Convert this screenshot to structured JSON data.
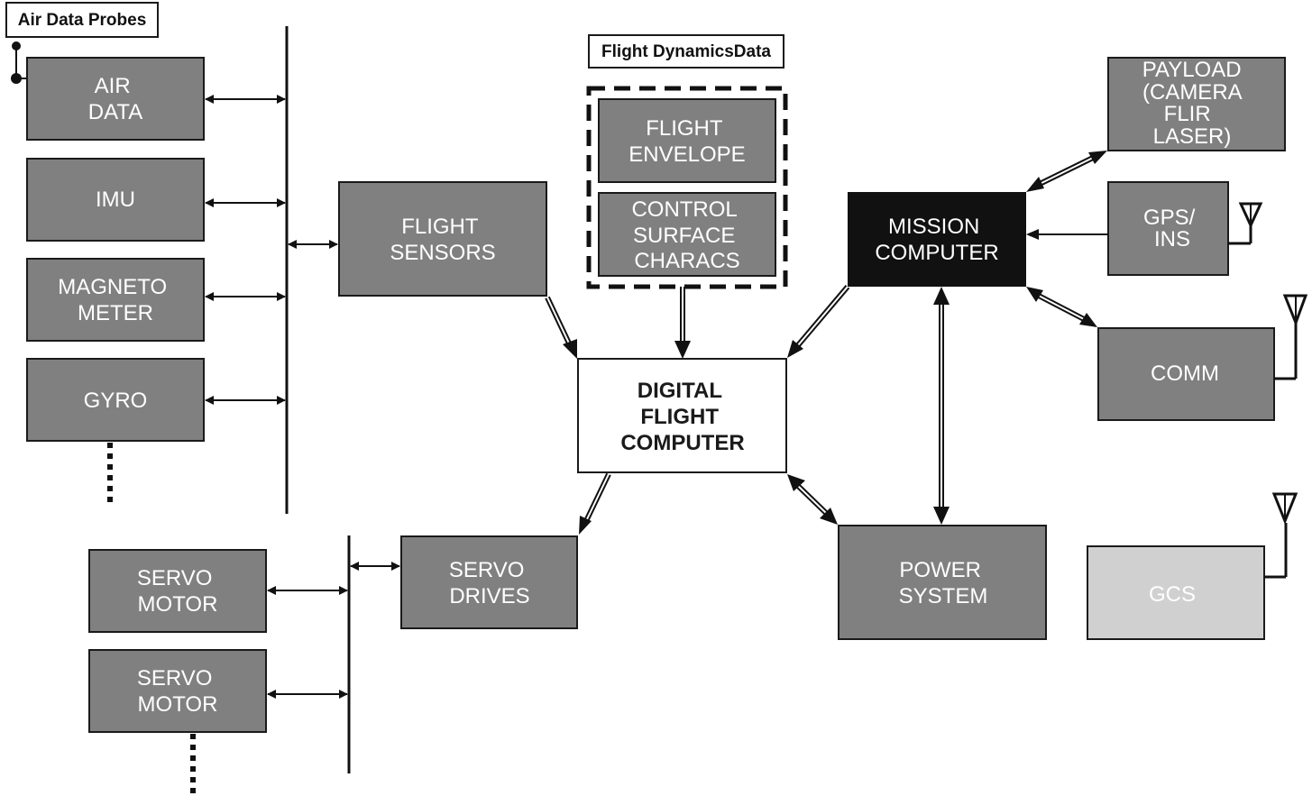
{
  "labels": {
    "air_data_probes": "Air Data Probes",
    "flight_dynamics_data": "Flight DynamicsData"
  },
  "blocks": {
    "air_data": [
      "AIR",
      "DATA"
    ],
    "imu": [
      "IMU"
    ],
    "magnetometer": [
      "MAGNETO",
      "METER"
    ],
    "gyro": [
      "GYRO"
    ],
    "flight_sensors": [
      "FLIGHT",
      "SENSORS"
    ],
    "flight_envelope": [
      "FLIGHT",
      "ENVELOPE"
    ],
    "control_surface": [
      "CONTROL",
      "SURFACE",
      "CHARACS"
    ],
    "digital_flight_computer": [
      "DIGITAL",
      "FLIGHT",
      "COMPUTER"
    ],
    "mission_computer": [
      "MISSION",
      "COMPUTER"
    ],
    "payload": [
      "PAYLOAD",
      "(CAMERA",
      "FLIR",
      "LASER)"
    ],
    "gps_ins": [
      "GPS/",
      "INS"
    ],
    "comm": [
      "COMM"
    ],
    "power_system": [
      "POWER",
      "SYSTEM"
    ],
    "gcs": [
      "GCS"
    ],
    "servo_drives": [
      "SERVO",
      "DRIVES"
    ],
    "servo_motor_1": [
      "SERVO",
      "MOTOR"
    ],
    "servo_motor_2": [
      "SERVO",
      "MOTOR"
    ]
  },
  "colors": {
    "block_gray": "#808080",
    "mission_black": "#111111",
    "gcs_light": "#d0d0d0",
    "line": "#111111"
  }
}
